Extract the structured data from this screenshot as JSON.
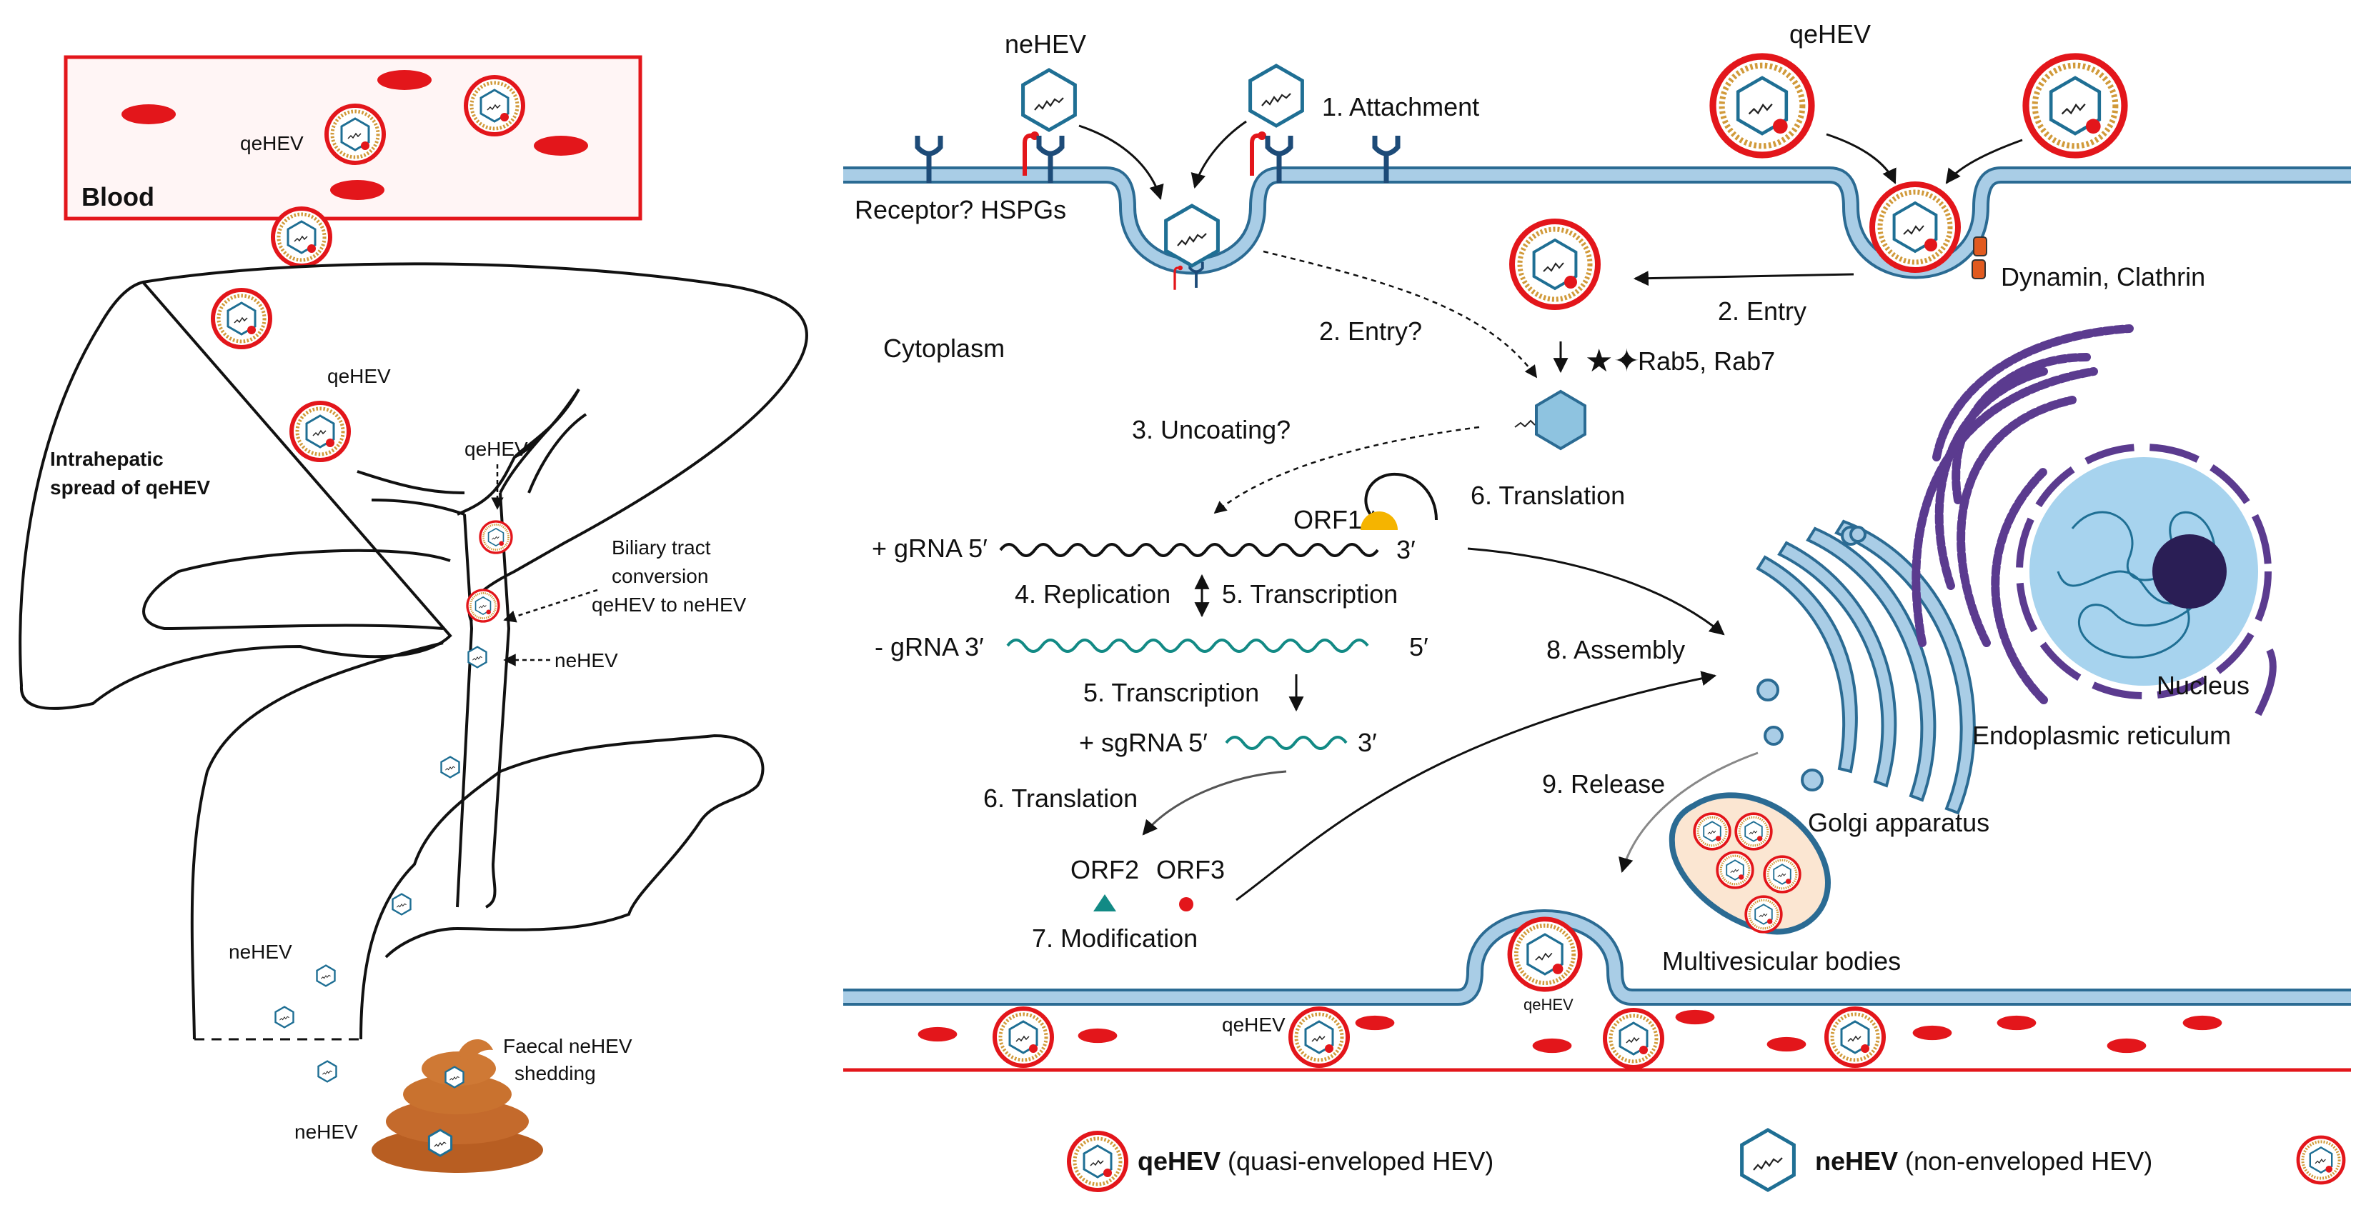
{
  "left_panel": {
    "blood_label": "Blood",
    "qehev_blood": "qeHEV",
    "qehev_liver": "qeHEV",
    "intrahepatic_line1": "Intrahepatic",
    "intrahepatic_line2": "spread of qeHEV",
    "qehev_duct": "qeHEV",
    "biliary_line1": "Biliary tract",
    "biliary_line2": "conversion",
    "biliary_line3": "qeHEV to neHEV",
    "nehev_arrow": "neHEV",
    "nehev_lower": "neHEV",
    "nehev_bottom": "neHEV",
    "faecal_line1": "Faecal neHEV",
    "faecal_line2": "shedding"
  },
  "cell": {
    "nehev_top": "neHEV",
    "qehev_top": "qeHEV",
    "attachment": "1. Attachment",
    "receptor": "Receptor? HSPGs",
    "dynamin": "Dynamin, Clathrin",
    "entry_q": "2. Entry?",
    "entry": "2. Entry",
    "cytoplasm": "Cytoplasm",
    "rab": "Rab5, Rab7",
    "uncoating": "3. Uncoating?",
    "translation_top": "6. Translation",
    "orf1": "ORF1",
    "plus_grna": "+ gRNA 5′",
    "plus_grna_end": "3′",
    "replication": "4. Replication",
    "transcription_a": "5. Transcription",
    "minus_grna": "- gRNA 3′",
    "minus_grna_end": "5′",
    "transcription_b": "5. Transcription",
    "sgrna": "+ sgRNA 5′",
    "sgrna_end": "3′",
    "translation_bottom": "6. Translation",
    "orf2": "ORF2",
    "orf3": "ORF3",
    "modification": "7. Modification",
    "assembly": "8. Assembly",
    "release": "9. Release",
    "golgi": "Golgi apparatus",
    "nucleus": "Nucleus",
    "er": "Endoplasmic reticulum",
    "mvb": "Multivesicular bodies",
    "qehev_bud": "qeHEV",
    "qehev_outside": "qeHEV"
  },
  "legend": {
    "qehev_bold": "qeHEV",
    "qehev_desc": " (quasi-enveloped HEV)",
    "nehev_bold": "neHEV",
    "nehev_desc": " (non-enveloped HEV)"
  },
  "colors": {
    "red": "#e3161b",
    "membrane_fill": "#a9cde6",
    "membrane_stroke": "#2b6b93",
    "nehev_stroke": "#1f6f94",
    "teal": "#128a85",
    "navy": "#1d4b78",
    "purple": "#5b3b8f",
    "gold": "#d19a3a",
    "poop": "#c46a2c"
  }
}
